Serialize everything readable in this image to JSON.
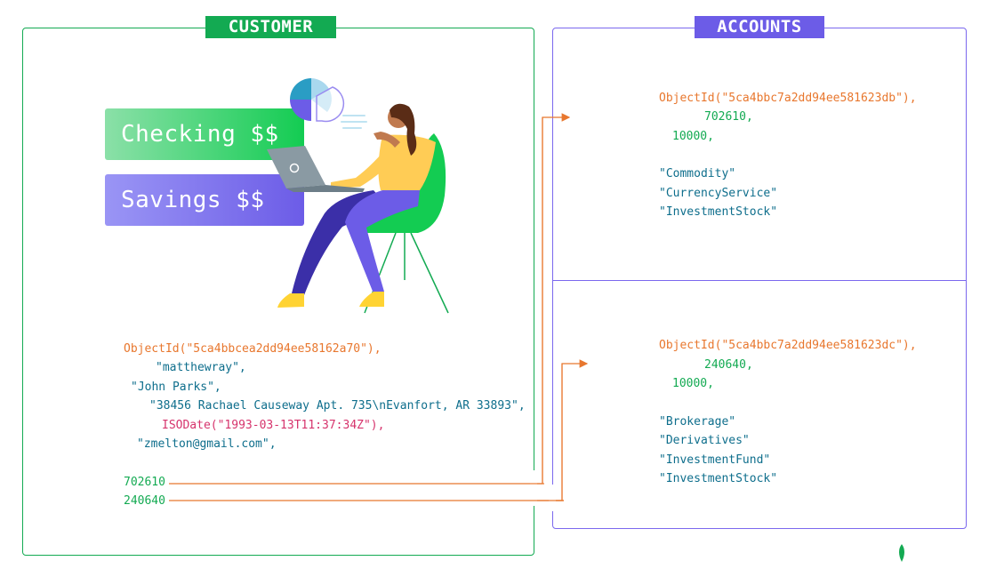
{
  "customer": {
    "header": "CUSTOMER",
    "checking_card": "Checking $$",
    "savings_card": "Savings $$",
    "fields": {
      "object_id": "ObjectId(\"5ca4bbcea2dd94ee58162a70\"),",
      "username": "\"matthewray\",",
      "name": "\"John Parks\",",
      "address": "\"38456 Rachael Causeway Apt. 735\\nEvanfort, AR 33893\",",
      "birthdate": "ISODate(\"1993-03-13T11:37:34Z\"),",
      "email": "\"zmelton@gmail.com\","
    },
    "account_refs": [
      "702610",
      "240640"
    ]
  },
  "accounts": {
    "header": "ACCOUNTS",
    "items": [
      {
        "object_id": "ObjectId(\"5ca4bbc7a2dd94ee581623db\"),",
        "account_id": "702610,",
        "limit": "10000,",
        "products": [
          "\"Commodity\"",
          "\"CurrencyService\"",
          "\"InvestmentStock\""
        ]
      },
      {
        "object_id": "ObjectId(\"5ca4bbc7a2dd94ee581623dc\"),",
        "account_id": "240640,",
        "limit": "10000,",
        "products": [
          "\"Brokerage\"",
          "\"Derivatives\"",
          "\"InvestmentFund\"",
          "\"InvestmentStock\""
        ]
      }
    ]
  },
  "colors": {
    "customer_accent": "#13aa52",
    "accounts_accent": "#6c5ce7",
    "object_id": "#e8772e",
    "number": "#13aa52",
    "string": "#0e6e8c",
    "date": "#d6336c",
    "arrow": "#e8772e"
  },
  "icons": [
    "woman-with-laptop-illustration",
    "pie-chart-icon",
    "leaf-logo-icon"
  ]
}
